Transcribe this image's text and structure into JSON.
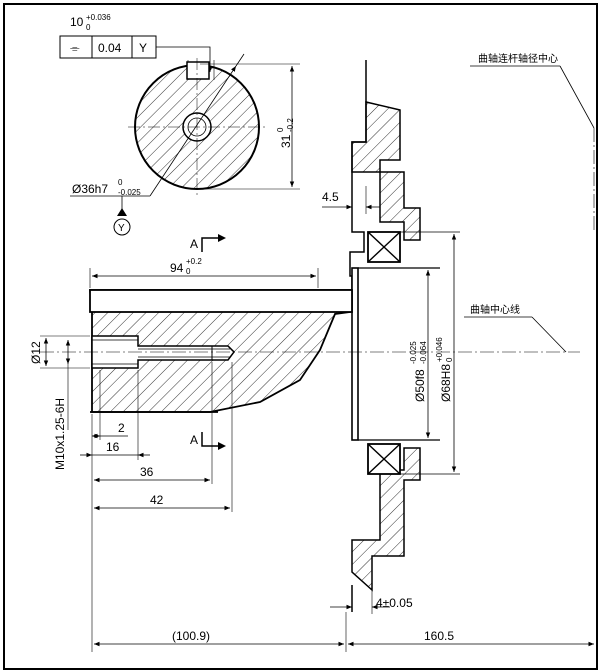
{
  "section": {
    "keyway_width": "10",
    "keyway_tol_upper": "+0.036",
    "keyway_tol_lower": "0",
    "fcf_symmetry": "⌯",
    "fcf_value": "0.04",
    "fcf_datum": "Y",
    "height_dim": "31",
    "height_tol_upper": "0",
    "height_tol_lower": "-0.2",
    "diameter_label": "Ø36h7",
    "diameter_tol_upper": "0",
    "diameter_tol_lower": "-0.025",
    "datum_label": "Y"
  },
  "shaft": {
    "section_mark": "A",
    "length_94": "94",
    "length_94_tol_upper": "+0.2",
    "length_94_tol_lower": "0",
    "dia_12": "Ø12",
    "thread_label": "M10x1.25-6H",
    "dim_2": "2",
    "dim_16": "16",
    "dim_36": "36",
    "dim_42": "42"
  },
  "housing": {
    "dim_4_5": "4.5",
    "dia_50": "Ø50f8",
    "dia_50_tol_upper": "-0.025",
    "dia_50_tol_lower": "-0.064",
    "dia_68": "Ø68H8",
    "dia_68_tol_upper": "+0.046",
    "dia_68_tol_lower": "0",
    "dim_4_005": "4±0.05"
  },
  "annotations": {
    "crankpin_center": "曲轴连杆轴径中心",
    "crank_centerline": "曲轴中心线"
  },
  "bottom_dims": {
    "left": "(100.9)",
    "right": "160.5"
  }
}
